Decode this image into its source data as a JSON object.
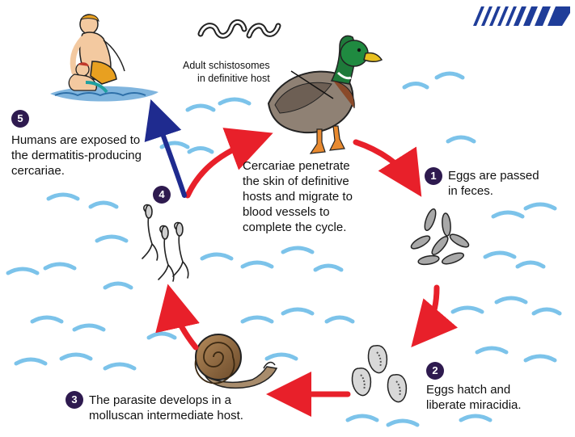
{
  "steps": [
    {
      "number": "1",
      "lines": [
        "Eggs are passed",
        "in feces."
      ]
    },
    {
      "number": "2",
      "lines": [
        "Eggs hatch and",
        "liberate miracidia."
      ]
    },
    {
      "number": "3",
      "lines": [
        "The parasite develops in a",
        "molluscan intermediate host."
      ]
    },
    {
      "number": "4",
      "lines": [
        "Cercariae penetrate",
        "the skin of definitive",
        "hosts and migrate to",
        "blood vessels to",
        "complete the cycle."
      ]
    },
    {
      "number": "5",
      "lines": [
        "Humans are exposed to",
        "the dermatitis-producing",
        "cercariae."
      ]
    }
  ],
  "label_adult": [
    "Adult schistosomes",
    "in definitive host"
  ],
  "colors": {
    "arrow_red": "#e8202a",
    "arrow_blue": "#1f2b8f",
    "water": "#7cc3ea",
    "badge": "#2e1a4f",
    "logo": "#1f3d99"
  },
  "icons": [
    "swimmers",
    "worms",
    "duck",
    "eggs",
    "miracidia",
    "snail",
    "cercariae",
    "logo"
  ]
}
